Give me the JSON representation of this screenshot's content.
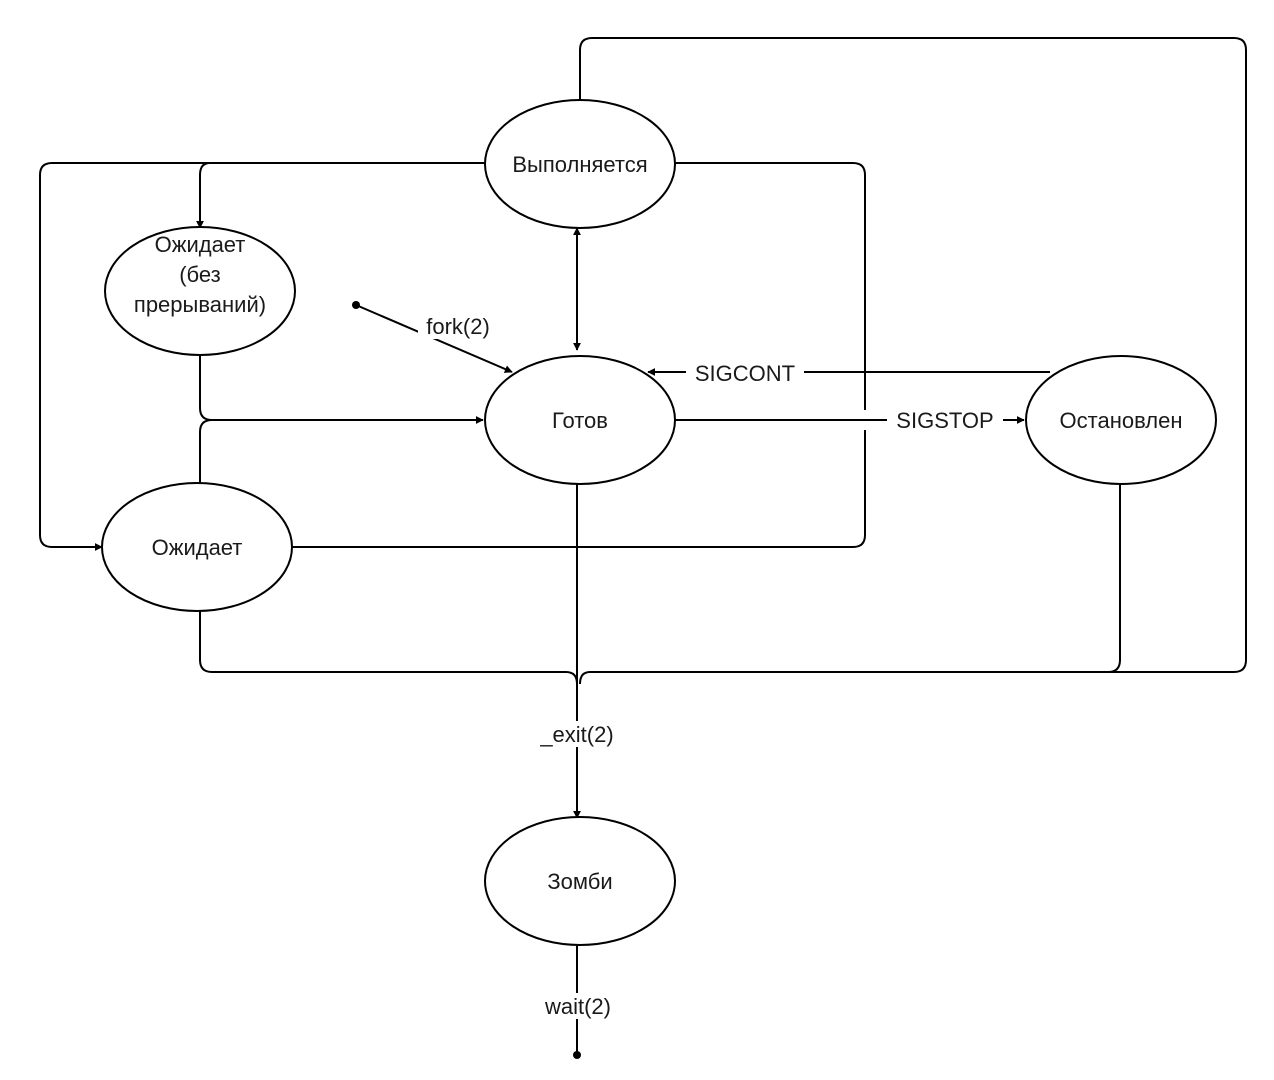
{
  "nodes": {
    "running": {
      "label": "Выполняется"
    },
    "waiting_uninterruptible": {
      "lines": [
        "Ожидает",
        "(без",
        "прерываний)"
      ]
    },
    "ready": {
      "label": "Готов"
    },
    "waiting": {
      "label": "Ожидает"
    },
    "stopped": {
      "label": "Остановлен"
    },
    "zombie": {
      "label": "Зомби"
    }
  },
  "edge_labels": {
    "fork": "fork(2)",
    "sigcont": "SIGCONT",
    "sigstop": "SIGSTOP",
    "exit": "_exit(2)",
    "wait": "wait(2)"
  }
}
